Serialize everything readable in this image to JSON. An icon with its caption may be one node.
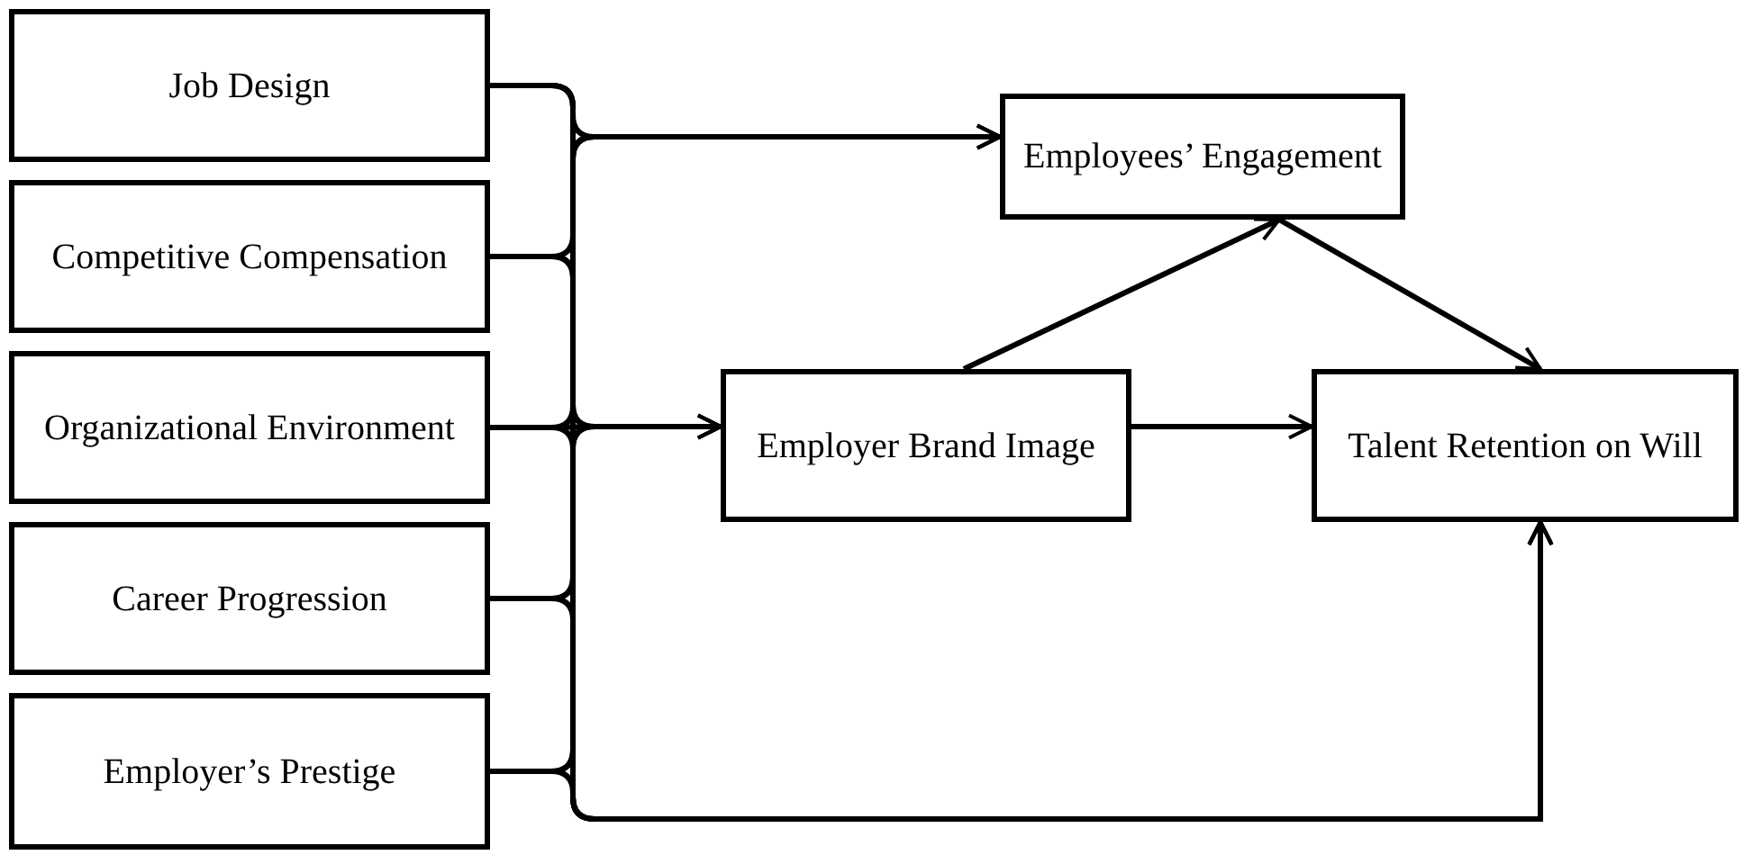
{
  "diagram": {
    "nodes": [
      {
        "text": [
          "Job Design"
        ]
      },
      {
        "text": [
          "Competitive Compensation"
        ]
      },
      {
        "text": [
          "Organizational Environment"
        ]
      },
      {
        "text": [
          "Career Progression"
        ]
      },
      {
        "text": [
          "Employer’s Prestige"
        ]
      },
      {
        "text": [
          "Employees’ Engagement"
        ]
      },
      {
        "text": [
          "Employer Brand Image"
        ]
      },
      {
        "text": [
          "Talent Retention on Will"
        ]
      }
    ],
    "edges": [
      {
        "from": 0,
        "to": 5,
        "arrow": "to"
      },
      {
        "from": 1,
        "to": 5,
        "arrow": "to"
      },
      {
        "from": 2,
        "to": 5,
        "arrow": "to"
      },
      {
        "from": 3,
        "to": 5,
        "arrow": "to"
      },
      {
        "from": 4,
        "to": 5,
        "arrow": "to"
      },
      {
        "from": 0,
        "to": 6,
        "arrow": "to"
      },
      {
        "from": 1,
        "to": 6,
        "arrow": "to"
      },
      {
        "from": 2,
        "to": 6,
        "arrow": "to"
      },
      {
        "from": 3,
        "to": 6,
        "arrow": "to"
      },
      {
        "from": 4,
        "to": 6,
        "arrow": "to"
      },
      {
        "from": 0,
        "to": 7,
        "arrow": "to"
      },
      {
        "from": 1,
        "to": 7,
        "arrow": "to"
      },
      {
        "from": 2,
        "to": 7,
        "arrow": "to"
      },
      {
        "from": 3,
        "to": 7,
        "arrow": "to"
      },
      {
        "from": 4,
        "to": 7,
        "arrow": "to"
      },
      {
        "from": 6,
        "to": 5,
        "arrow": "to"
      },
      {
        "from": 5,
        "to": 7,
        "arrow": "to"
      },
      {
        "from": 6,
        "to": 7,
        "arrow": "to"
      }
    ]
  }
}
